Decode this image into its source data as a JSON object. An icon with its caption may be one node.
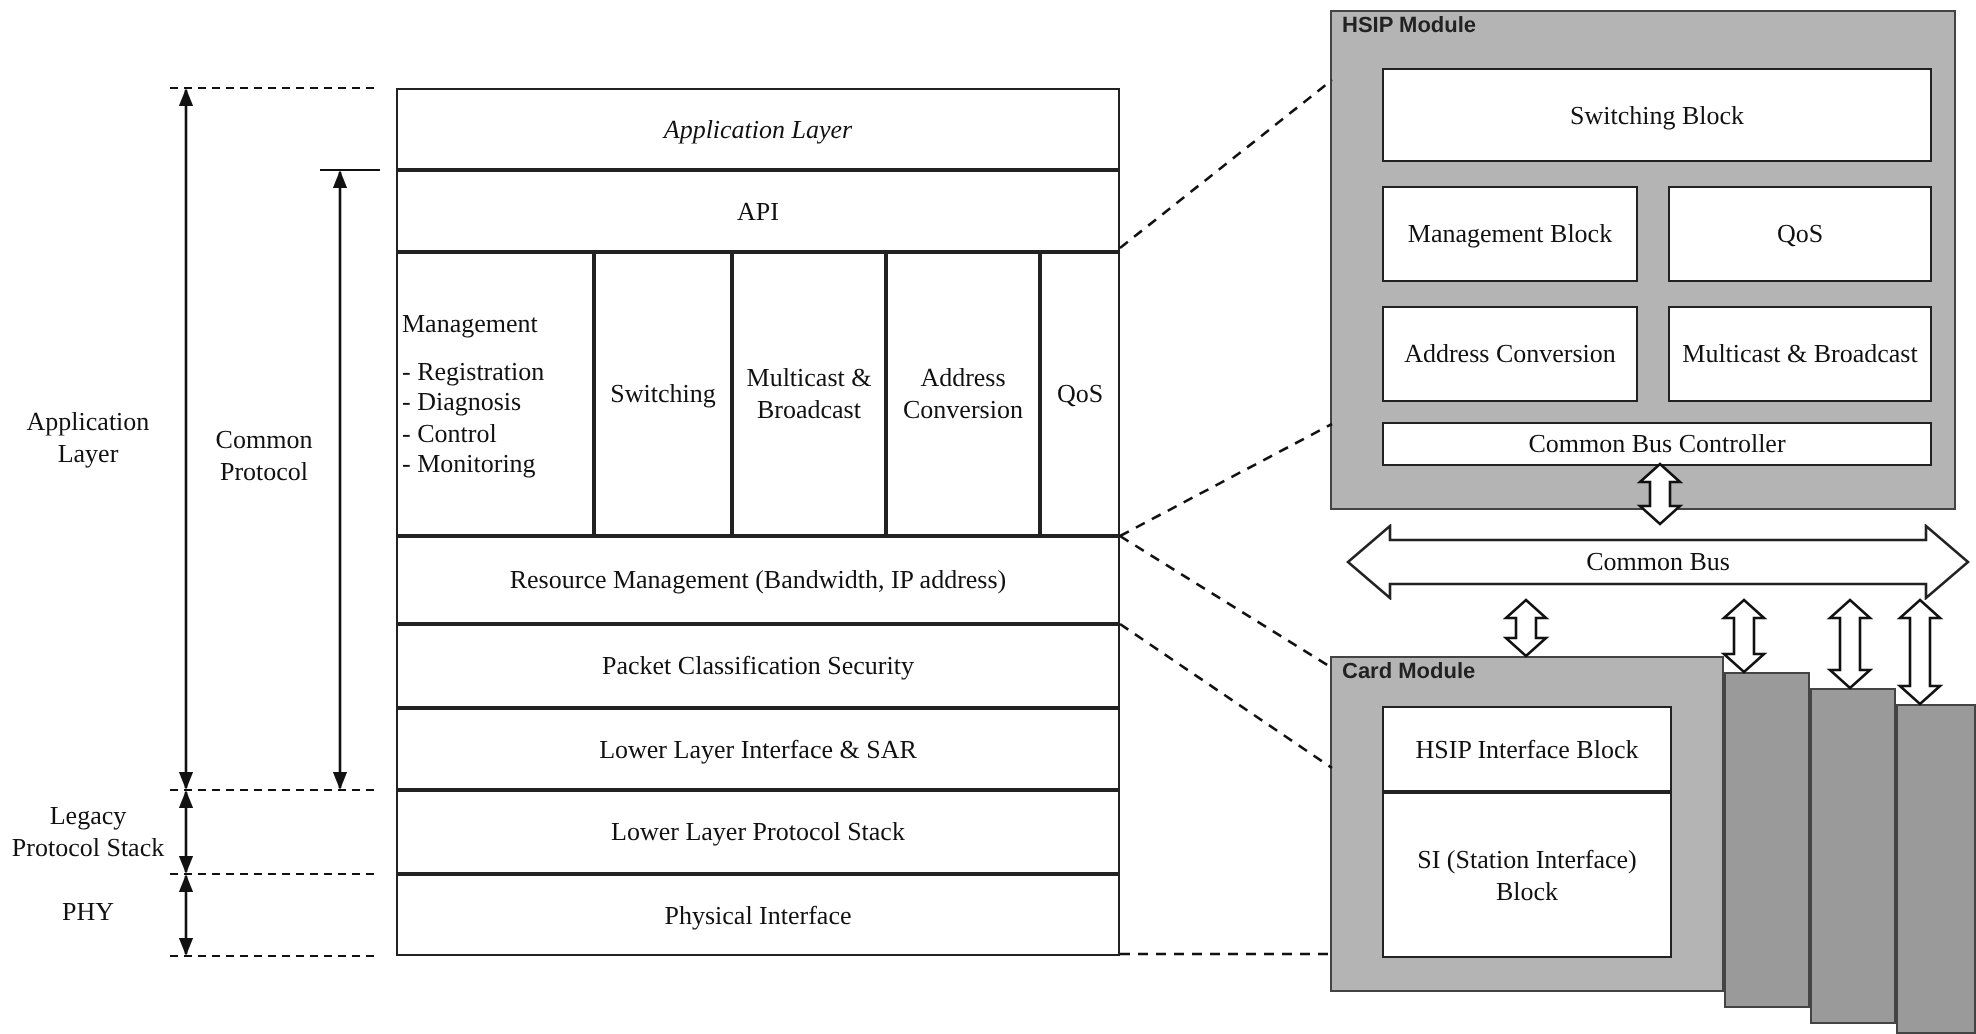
{
  "diagram": {
    "nodes": [
      {
        "text": [
          "Application Layer"
        ]
      },
      {
        "text": [
          "API"
        ]
      },
      {
        "text": [
          "Management",
          "- Registration",
          "- Diagnosis",
          "- Control",
          "- Monitoring"
        ]
      },
      {
        "text": [
          "Switching"
        ]
      },
      {
        "text": [
          "Multicast & Broadcast"
        ]
      },
      {
        "text": [
          "Address Conversion"
        ]
      },
      {
        "text": [
          "QoS"
        ]
      },
      {
        "text": [
          "Resource Management (Bandwidth, IP address)"
        ]
      },
      {
        "text": [
          "Packet Classification Security"
        ]
      },
      {
        "text": [
          "Lower Layer Interface & SAR"
        ]
      },
      {
        "text": [
          "Lower Layer Protocol Stack"
        ]
      },
      {
        "text": [
          "Physical Interface"
        ]
      },
      {
        "text": [
          "HSIP Module"
        ]
      },
      {
        "text": [
          "Switching Block"
        ],
        "in": 12
      },
      {
        "text": [
          "Management Block"
        ],
        "in": 12
      },
      {
        "text": [
          "QoS"
        ],
        "in": 12
      },
      {
        "text": [
          "Address Conversion"
        ],
        "in": 12
      },
      {
        "text": [
          "Multicast & Broadcast"
        ],
        "in": 12
      },
      {
        "text": [
          "Common Bus Controller"
        ],
        "in": 12
      },
      {
        "text": [
          "Common Bus"
        ]
      },
      {
        "text": [
          "Card Module"
        ]
      },
      {
        "text": [
          "HSIP Interface Block"
        ],
        "in": 20
      },
      {
        "text": [
          "SI (Station Interface) Block"
        ],
        "in": 20
      },
      {
        "text": [],
        "shape": "box"
      },
      {
        "text": [],
        "shape": "box"
      },
      {
        "text": [],
        "shape": "box"
      }
    ],
    "edges": [
      {
        "from": 1,
        "to": 12,
        "arrow": "none",
        "style": "dashed"
      },
      {
        "from": 7,
        "to": 12,
        "arrow": "none",
        "style": "dashed"
      },
      {
        "from": 7,
        "to": 20,
        "arrow": "none",
        "style": "dashed"
      },
      {
        "from": 8,
        "to": 20,
        "arrow": "none",
        "style": "dashed"
      },
      {
        "from": 11,
        "to": 20,
        "arrow": "none",
        "style": "dashed"
      },
      {
        "from": 18,
        "to": 19,
        "arrow": "both",
        "style": "thick"
      },
      {
        "from": 19,
        "to": 20,
        "arrow": "both",
        "style": "thick"
      },
      {
        "from": 19,
        "to": 23,
        "arrow": "both",
        "style": "thick"
      },
      {
        "from": 19,
        "to": 24,
        "arrow": "both",
        "style": "thick"
      },
      {
        "from": 19,
        "to": 25,
        "arrow": "both",
        "style": "thick"
      }
    ],
    "labels": [
      "Application Layer",
      "Common Protocol",
      "Legacy Protocol Stack",
      "PHY"
    ]
  }
}
